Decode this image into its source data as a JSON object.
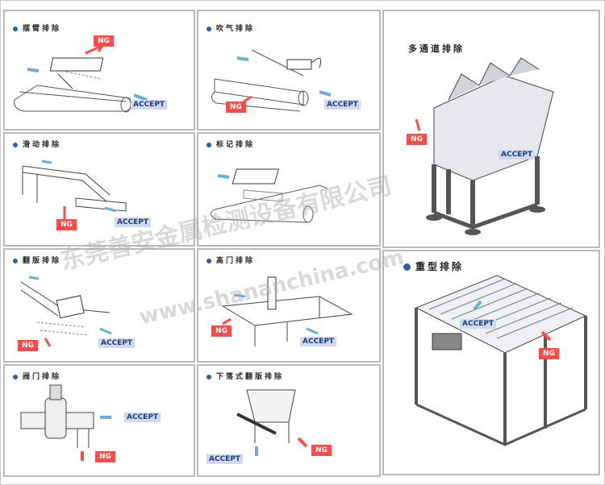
{
  "panels": {
    "swing_arm": {
      "title": "摆臂排除",
      "ng": "NG",
      "accept": "ACCEPT"
    },
    "air_blow": {
      "title": "吹气排除",
      "ng": "NG",
      "accept": "ACCEPT"
    },
    "multi_channel": {
      "title": "多通道排除",
      "accept": "ACCEPT"
    },
    "slide": {
      "title": "滑动排除",
      "ng": "NG",
      "accept": "ACCEPT"
    },
    "marker": {
      "title": "标记排除"
    },
    "flip": {
      "title": "翻版排除",
      "ng": "NG",
      "accept": "ACCEPT"
    },
    "gate": {
      "title": "高门排除",
      "ng": "NG",
      "accept": "ACCEPT"
    },
    "heavy": {
      "title": "重型排除",
      "ng": "NG",
      "accept": "ACCEPT"
    },
    "valve": {
      "title": "阀门排除",
      "ng": "NG",
      "accept": "ACCEPT"
    },
    "drop_flip": {
      "title": "下落式翻版排除",
      "ng": "NG",
      "accept": "ACCEPT"
    }
  },
  "watermark": {
    "company": "东莞善安金属检测设备有限公司",
    "url": "www.shananchina.com"
  },
  "colors": {
    "ng": "#ff4a4a",
    "arrow_accept": "#6aaed8",
    "frame": "#b9b9bf",
    "title_bullet": "#2d5fa6"
  }
}
